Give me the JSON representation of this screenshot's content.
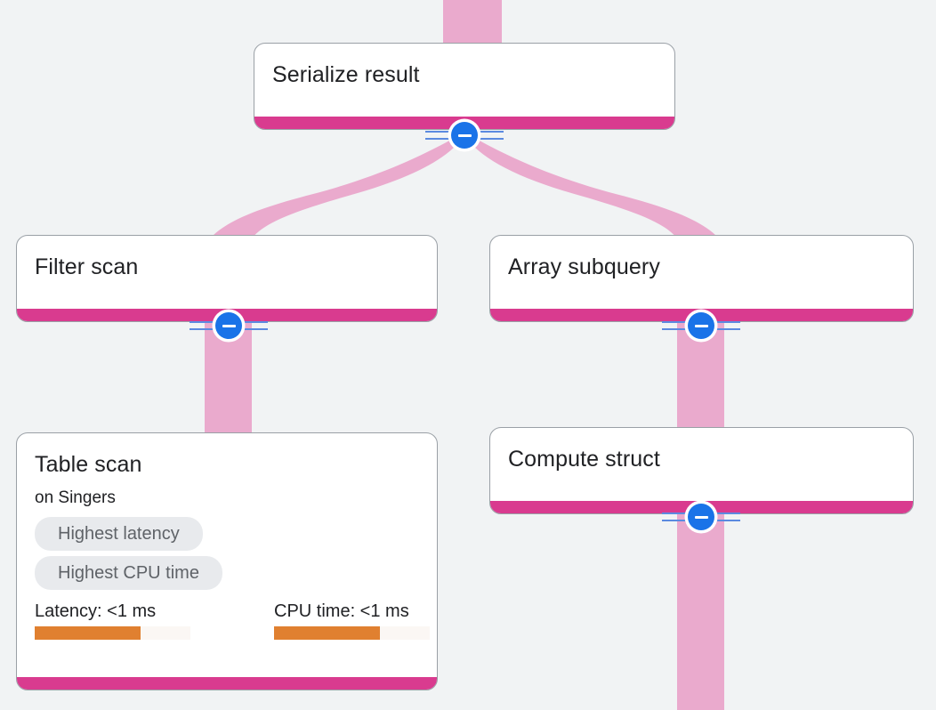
{
  "diagram": {
    "type": "query-execution-plan-graph",
    "background_color": "#f1f3f4",
    "edge_color": "#eaaacd",
    "node_accent_color": "#d93b8f",
    "toggle_color": "#1a73e8",
    "metric_bar_color": "#e08030",
    "nodes": [
      {
        "id": "serialize-result",
        "title": "Serialize result",
        "subtitle": "",
        "badges": [],
        "metrics": []
      },
      {
        "id": "filter-scan",
        "title": "Filter scan",
        "subtitle": "",
        "badges": [],
        "metrics": []
      },
      {
        "id": "array-subquery",
        "title": "Array subquery",
        "subtitle": "",
        "badges": [],
        "metrics": []
      },
      {
        "id": "table-scan",
        "title": "Table scan",
        "subtitle": "on Singers",
        "badges": [
          "Highest latency",
          "Highest CPU time"
        ],
        "metrics": [
          {
            "label": "Latency: <1 ms",
            "fill_percent": 68
          },
          {
            "label": "CPU time: <1 ms",
            "fill_percent": 68
          }
        ]
      },
      {
        "id": "compute-struct",
        "title": "Compute struct",
        "subtitle": "",
        "badges": [],
        "metrics": []
      }
    ],
    "toggles": [
      {
        "id": "toggle-serialize-result",
        "icon": "minus-circle-icon",
        "state": "expanded"
      },
      {
        "id": "toggle-filter-scan",
        "icon": "minus-circle-icon",
        "state": "expanded"
      },
      {
        "id": "toggle-array-subquery",
        "icon": "minus-circle-icon",
        "state": "expanded"
      },
      {
        "id": "toggle-compute-struct",
        "icon": "minus-circle-icon",
        "state": "expanded"
      }
    ]
  }
}
